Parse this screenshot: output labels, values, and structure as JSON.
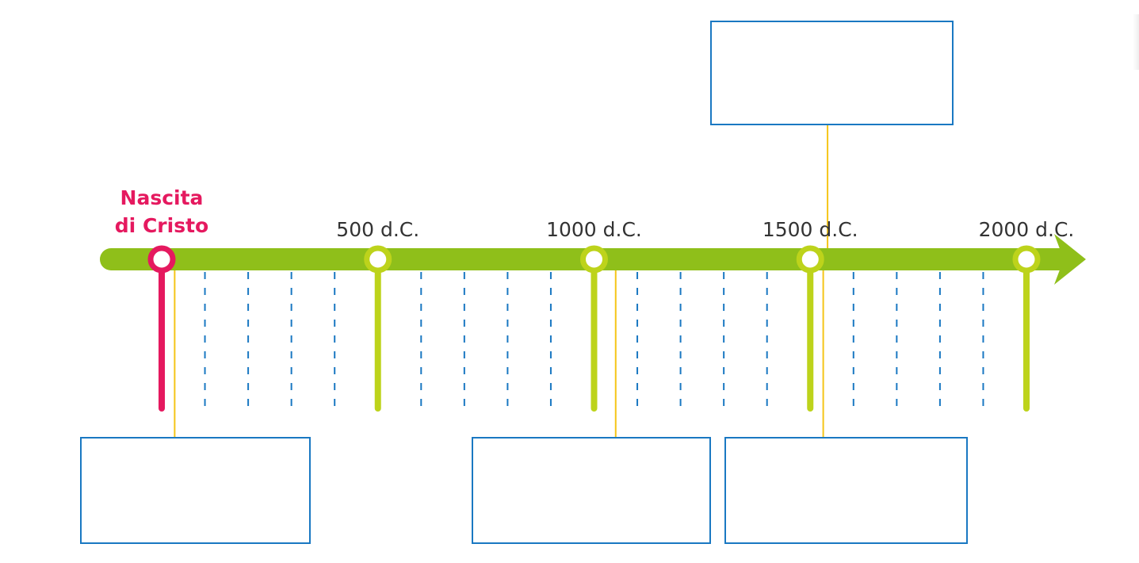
{
  "timeline": {
    "start_label": {
      "line1": "Nascita",
      "line2": "di Cristo"
    },
    "ticks": [
      {
        "year": 0,
        "label": ""
      },
      {
        "year": 500,
        "label": "500 d.C."
      },
      {
        "year": 1000,
        "label": "1000 d.C."
      },
      {
        "year": 1500,
        "label": "1500 d.C."
      },
      {
        "year": 2000,
        "label": "2000 d.C."
      }
    ],
    "minor_interval_years": 100,
    "connector_years": [
      30,
      1050,
      1530,
      1540
    ],
    "colors": {
      "axis": "#8fbf1a",
      "major_marker": "#bdd31b",
      "start_marker": "#e5195f",
      "minor_dash": "#1a78c2",
      "connector": "#f5c518",
      "box_border": "#1a78c2",
      "label_text": "#333333"
    }
  },
  "answer_boxes": [
    {
      "id": "top",
      "text": ""
    },
    {
      "id": "bottom-1",
      "text": ""
    },
    {
      "id": "bottom-2",
      "text": ""
    },
    {
      "id": "bottom-3",
      "text": ""
    }
  ]
}
